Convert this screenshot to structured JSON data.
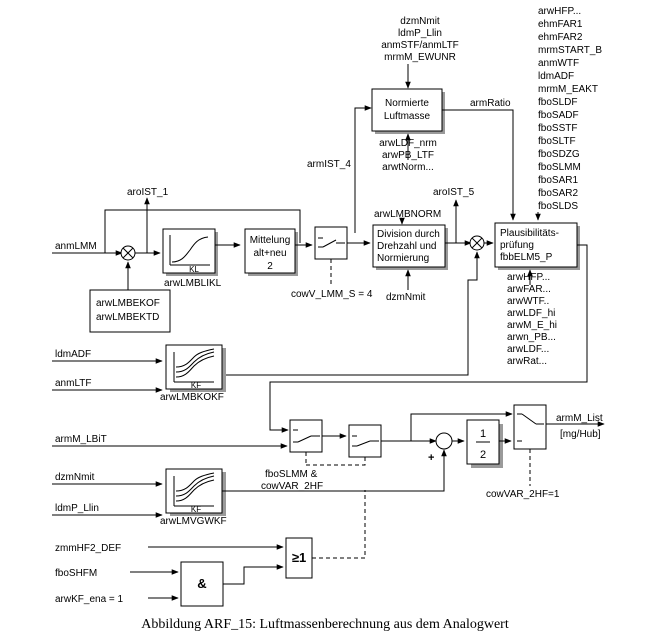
{
  "normblock": {
    "inputs": [
      "dzmNmit",
      "ldmP_Llin",
      "anmSTF/anmLTF",
      "mrmM_EWUNR"
    ],
    "title": [
      "Normierte",
      "Luftmasse"
    ],
    "params": [
      "arwLDF_nrm",
      "arwPB_LTF",
      "arwtNorm..."
    ],
    "output": "armRatio",
    "in_label": "armIST_4"
  },
  "plaus": {
    "inputs": [
      "arwHFP...",
      "ehmFAR1",
      "ehmFAR2",
      "mrmSTART_B",
      "anmWTF",
      "ldmADF",
      "mrmM_EAKT",
      "fboSLDF",
      "fboSADF",
      "fboSSTF",
      "fboSLTF",
      "fboSDZG",
      "fboSLMM",
      "fboSAR1",
      "fboSAR2",
      "fboSLDS"
    ],
    "title": [
      "Plausibilitäts-",
      "prüfung",
      "fbbELM5_P"
    ],
    "params": [
      "arwHFP...",
      "arwFAR...",
      "arwWTF..",
      "arwLDF_hi",
      "arwM_E_hi",
      "arwn_PB...",
      "arwLDF...",
      "arwRat..."
    ]
  },
  "top": {
    "in_anmLMM": "anmLMM",
    "aroIST_1": "aroIST_1",
    "aroIST_5": "aroIST_5",
    "kl_label": "KL",
    "kl_name": "arwLMBLIKL",
    "mittel": [
      "Mittelung",
      "alt+neu",
      "2"
    ],
    "switch_ctrl": "cowV_LMM_S = 4",
    "div_param": "arwLMBNORM",
    "div_block": [
      "Division durch",
      "Drehzahl und",
      "Normierung"
    ],
    "div_input": "dzmNmit",
    "offset_params": [
      "arwLMBEKOF",
      "arwLMBEKTD"
    ]
  },
  "kf1": {
    "inputs": [
      "ldmADF",
      "anmLTF"
    ],
    "label": "KF",
    "name": "arwLMBKOKF"
  },
  "kf2": {
    "inputs": [
      "dzmNmit",
      "ldmP_Llin"
    ],
    "label": "KF",
    "name": "arwLMVGWKF"
  },
  "lower": {
    "in_armM": "armM_LBiT",
    "sw_ctrl": [
      "fboSLMM &",
      "cowVAR_2HF"
    ],
    "sum_sign": "+",
    "half": [
      "1",
      "2"
    ],
    "output": [
      "armM_List",
      "[mg/Hub]"
    ],
    "out_ctrl": "cowVAR_2HF=1"
  },
  "logic": {
    "in1": "zmmHF2_DEF",
    "in2": "fboSHFM",
    "in3": "arwKF_ena = 1",
    "and_gate": "&",
    "or_gate": "≥1"
  },
  "caption": "Abbildung ARF_15: Luftmassenberechnung aus dem Analogwert"
}
